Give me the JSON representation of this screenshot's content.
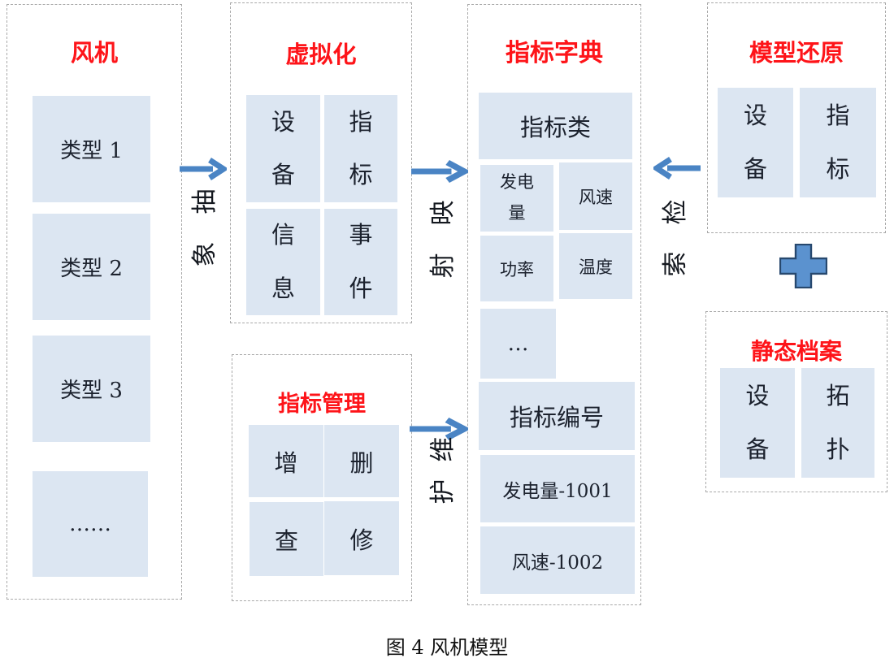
{
  "caption": "图 4  风机模型",
  "colors": {
    "header_red": "#fe1419",
    "box_fill": "#dce6f2",
    "arrow_blue": "#4a84c4",
    "plus_fill": "#5b92cf",
    "plus_border": "#27486e",
    "panel_border": "#a9a9a9"
  },
  "panels": {
    "fan": {
      "title": "风机",
      "items": [
        "类型 1",
        "类型 2",
        "类型 3",
        "……"
      ]
    },
    "virtualization": {
      "title": "虚拟化",
      "cells": [
        "设备",
        "指标",
        "信息",
        "事件"
      ]
    },
    "indicator_management": {
      "title": "指标管理",
      "cells": [
        "增",
        "删",
        "查",
        "修"
      ]
    },
    "indicator_dictionary": {
      "title": "指标字典",
      "class_header": "指标类",
      "metric_cells": [
        "发电量",
        "风速",
        "功率",
        "温度"
      ],
      "ellipsis": "…",
      "number_header": "指标编号",
      "number_items": [
        "发电量-1001",
        "风速-1002"
      ]
    },
    "model_restore": {
      "title": "模型还原",
      "cells": [
        "设备",
        "指标"
      ]
    },
    "static_archive": {
      "title": "静态档案",
      "cells": [
        "设备",
        "拓扑"
      ]
    }
  },
  "flow_labels": {
    "abstract": [
      "抽",
      "象"
    ],
    "mapping": [
      "映",
      "射"
    ],
    "maintain": [
      "维",
      "护"
    ],
    "retrieve": [
      "检",
      "索"
    ]
  }
}
